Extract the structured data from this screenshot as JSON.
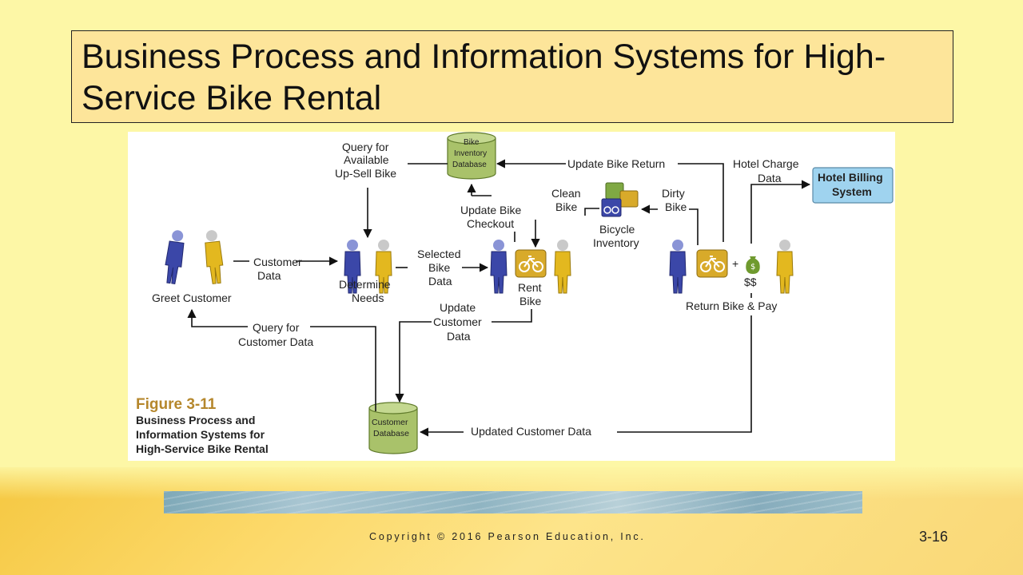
{
  "slide": {
    "title": "Business Process and Information Systems for High-Service Bike Rental",
    "copyright": "Copyright © 2016 Pearson Education, Inc.",
    "page_number": "3-16"
  },
  "figure": {
    "number": "Figure 3-11",
    "caption_lines": [
      "Business Process and",
      "Information Systems for",
      "High-Service Bike Rental"
    ],
    "activities": {
      "greet": "Greet Customer",
      "determine": [
        "Determine",
        "Needs"
      ],
      "rent": [
        "Rent",
        "Bike"
      ],
      "return_pay": "Return Bike & Pay",
      "bicycle_inventory": [
        "Bicycle",
        "Inventory"
      ]
    },
    "stores": {
      "bike_db": [
        "Bike",
        "Inventory",
        "Database"
      ],
      "customer_db": [
        "Customer",
        "Database"
      ],
      "hotel_billing": [
        "Hotel Billing",
        "System"
      ]
    },
    "flows": {
      "customer_data": [
        "Customer",
        "Data"
      ],
      "query_upsell": [
        "Query for",
        "Available",
        "Up-Sell Bike"
      ],
      "selected_bike": [
        "Selected",
        "Bike",
        "Data"
      ],
      "update_checkout": [
        "Update Bike",
        "Checkout"
      ],
      "clean_bike": [
        "Clean",
        "Bike"
      ],
      "dirty_bike": [
        "Dirty",
        "Bike"
      ],
      "update_return": "Update Bike Return",
      "hotel_charge": [
        "Hotel Charge",
        "Data"
      ],
      "query_customer": [
        "Query for",
        "Customer Data"
      ],
      "update_customer": [
        "Update",
        "Customer",
        "Data"
      ],
      "updated_customer": "Updated Customer Data",
      "plus": "+",
      "money": "$$"
    }
  },
  "colors": {
    "slide_bg": "#fdf7a6",
    "title_bg": "#fde59a",
    "person_blue": "#3b47a8",
    "person_yellow": "#e3b81f",
    "db_green": "#a9c26a",
    "billing_blue": "#9fd3ef",
    "figure_title": "#b5872c"
  }
}
